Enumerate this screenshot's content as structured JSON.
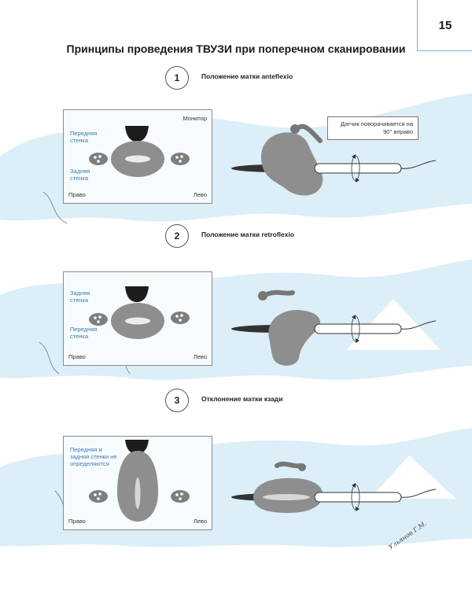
{
  "page_number": "15",
  "page_title": "Принципы проведения ТВУЗИ при поперечном сканировании",
  "probe_note": "Датчик поворачивается на 90° вправо",
  "signature": "Ульянов Г.М.",
  "colors": {
    "water": "#dceef7",
    "tissue_gray": "#8e8e8e",
    "accent_blue": "#3a7cb0",
    "border": "#7fb4d4"
  },
  "sections": [
    {
      "number": "1",
      "title": "Положение матки anteflexio",
      "monitor": {
        "label_monitor": "Монитор",
        "label_top": "Передняя стенка",
        "label_bottom": "Задняя стенка",
        "label_right": "Право",
        "label_left": "Лево"
      }
    },
    {
      "number": "2",
      "title": "Положение матки retroflexio",
      "monitor": {
        "label_top": "Задняя стенка",
        "label_bottom": "Передняя стенка",
        "label_right": "Право",
        "label_left": "Лево"
      }
    },
    {
      "number": "3",
      "title": "Отклонение матки кзади",
      "monitor": {
        "label_top": "Передняя и задняя стенки не определяются",
        "label_right": "Право",
        "label_left": "Лево"
      }
    }
  ]
}
